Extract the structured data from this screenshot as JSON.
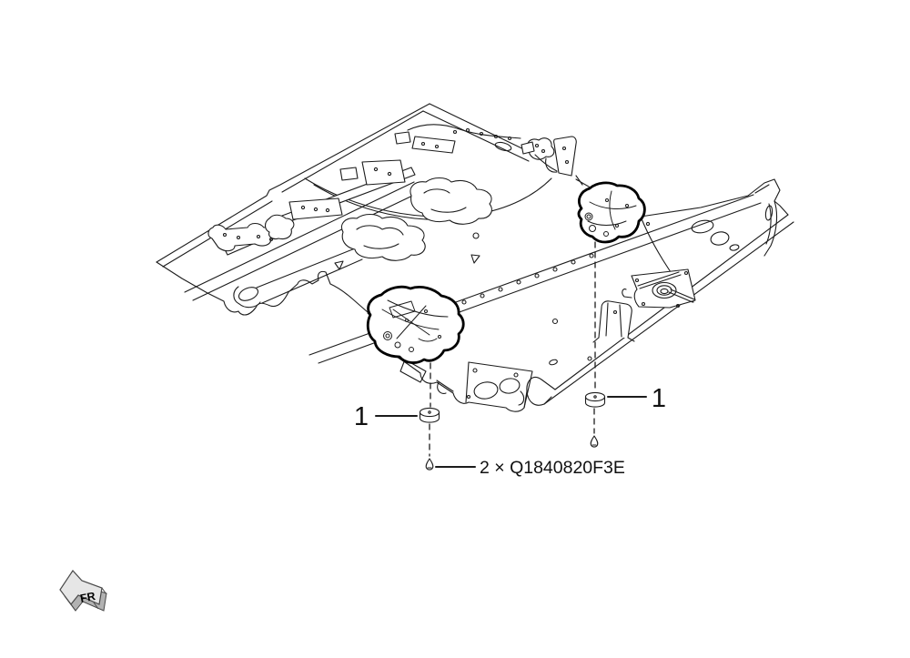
{
  "diagram": {
    "kind": "vehicle-floor-pan-parts-illustration",
    "background_color": "#ffffff",
    "line_color": "#1c1c1c",
    "highlight_stroke_color": "#000000"
  },
  "callouts": {
    "left": {
      "label": "1"
    },
    "right": {
      "label": "1"
    }
  },
  "part_note": {
    "text": "2 × Q1840820F3E"
  },
  "orientation_marker": {
    "label": "FR",
    "face_color": "#e6e6e6",
    "side_color": "#b2b2b2",
    "outline_color": "#4a4a4a"
  },
  "icons": {
    "fastener_top": "grommet-icon",
    "fastener_bottom": "screw-icon",
    "direction": "fr-arrow-icon"
  }
}
